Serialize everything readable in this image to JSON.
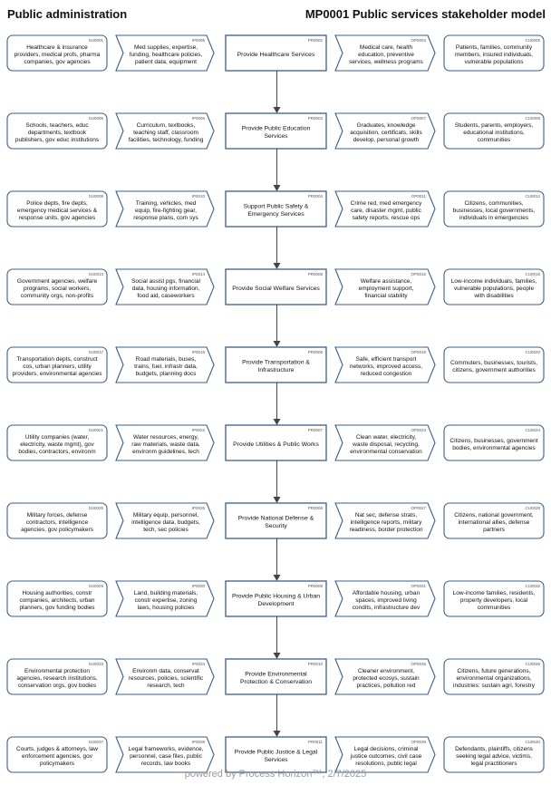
{
  "header": {
    "left_title": "Public administration",
    "right_title": "MP0001 Public services stakeholder model"
  },
  "footer": "powered by Process Horizon™, 2/7/2025",
  "rows": [
    {
      "supplier": {
        "id": "SU0001",
        "text": [
          "Healthcare & insurance",
          "providers, medical profs, pharma",
          "companies, gov agencies"
        ]
      },
      "input": {
        "id": "IP0005",
        "text": [
          "Med supplies, expertise,",
          "funding, healthcare policies,",
          "patient data, equipment"
        ]
      },
      "process": {
        "id": "PR0002",
        "text": [
          "Provide Healthcare Services"
        ]
      },
      "output": {
        "id": "OP0003",
        "text": [
          "Medical care, health",
          "education, preventive",
          "services, wellness programs"
        ]
      },
      "customer": {
        "id": "CU0005",
        "text": [
          "Patients, families, community",
          "members, insured individuals,",
          "vulnerable populations"
        ]
      }
    },
    {
      "supplier": {
        "id": "SU0005",
        "text": [
          "Schools, teachers, educ",
          "departments, textbook",
          "publishers, gov educ institutions"
        ]
      },
      "input": {
        "id": "IP0006",
        "text": [
          "Curriculum, textbooks,",
          "teaching staff, classroom",
          "facilities, technology, funding"
        ]
      },
      "process": {
        "id": "PR0003",
        "text": [
          "Provide Public Education",
          "Services"
        ]
      },
      "output": {
        "id": "OP0007",
        "text": [
          "Graduates, knowledge",
          "acquisition, certificats, skills",
          "develop, personal growth"
        ]
      },
      "customer": {
        "id": "CU0008",
        "text": [
          "Students, parents, employers,",
          "educational institutions,",
          "communities"
        ]
      }
    },
    {
      "supplier": {
        "id": "SU0009",
        "text": [
          "Police depts, fire depts,",
          "emergency medical services &",
          "response units, gov agencies"
        ]
      },
      "input": {
        "id": "IP0010",
        "text": [
          "Training, vehicles, med",
          "equip, fire-fighting gear,",
          "response plans, com sys"
        ]
      },
      "process": {
        "id": "PR0004",
        "text": [
          "Support Public Safety &",
          "Emergency Services"
        ]
      },
      "output": {
        "id": "OP0011",
        "text": [
          "Crime red, med emergency",
          "care, disaster mgmt, public",
          "safety reports, rescue ops"
        ]
      },
      "customer": {
        "id": "CU0012",
        "text": [
          "Citizens, communities,",
          "businesses, local governments,",
          "individuals in emergencies"
        ]
      }
    },
    {
      "supplier": {
        "id": "SU0013",
        "text": [
          "Government agencies, welfare",
          "programs, social workers,",
          "community orgs, non-profits"
        ]
      },
      "input": {
        "id": "IP0014",
        "text": [
          "Social assist pgs, financial",
          "data, housing information,",
          "food aid, caseworkers"
        ]
      },
      "process": {
        "id": "PR0005",
        "text": [
          "Provide Social Welfare Services"
        ]
      },
      "output": {
        "id": "OP0015",
        "text": [
          "Welfare assistance,",
          "employment support,",
          "financial stability"
        ]
      },
      "customer": {
        "id": "CU0016",
        "text": [
          "Low-income individuals, families,",
          "vulnerable populations, people",
          "with disabilities"
        ]
      }
    },
    {
      "supplier": {
        "id": "SU0017",
        "text": [
          "Transportation depts, construct",
          "cos, urban planners, utility",
          "providers, environmental agencies"
        ]
      },
      "input": {
        "id": "IP0018",
        "text": [
          "Road materials, buses,",
          "trains, fuel, infrastr data,",
          "budgets, planning docs"
        ]
      },
      "process": {
        "id": "PR0006",
        "text": [
          "Provide Transportation &",
          "Infrastructure"
        ]
      },
      "output": {
        "id": "OP0019",
        "text": [
          "Safe, efficient transport",
          "networks, improved access,",
          "reduced congestion"
        ]
      },
      "customer": {
        "id": "CU0020",
        "text": [
          "Commuters, businesses, tourists,",
          "citizens, government authorities"
        ]
      }
    },
    {
      "supplier": {
        "id": "SU0021",
        "text": [
          "Utility companies (water,",
          "electricity, waste mgmt), gov",
          "bodies, contractors, environm"
        ]
      },
      "input": {
        "id": "IP0022",
        "text": [
          "Water resources, energy,",
          "raw materials, waste data,",
          "environm guidelines, tech"
        ]
      },
      "process": {
        "id": "PR0007",
        "text": [
          "Provide Utilities & Public Works"
        ]
      },
      "output": {
        "id": "OP0023",
        "text": [
          "Clean water, electricity,",
          "waste disposal, recycling,",
          "environmental conservation"
        ]
      },
      "customer": {
        "id": "CU0024",
        "text": [
          "Citizens, businesses, government",
          "bodies, environmental agencies"
        ]
      }
    },
    {
      "supplier": {
        "id": "SU0025",
        "text": [
          "Military forces, defense",
          "contractors, intelligence",
          "agencies, gov policymakers"
        ]
      },
      "input": {
        "id": "IP0026",
        "text": [
          "Military equip, personnel,",
          "intelligence data, budgets,",
          "tech, sec policies"
        ]
      },
      "process": {
        "id": "PR0008",
        "text": [
          "Provide National Defense &",
          "Security"
        ]
      },
      "output": {
        "id": "OP0027",
        "text": [
          "Nat sec, defense strats,",
          "intelligence reports, military",
          "readiness, border protection"
        ]
      },
      "customer": {
        "id": "CU0028",
        "text": [
          "Citizens, national government,",
          "international allies, defense",
          "partners"
        ]
      }
    },
    {
      "supplier": {
        "id": "SU0029",
        "text": [
          "Housing authorities, constr",
          "companies, architects, urban",
          "planners, gov funding bodies"
        ]
      },
      "input": {
        "id": "IP0030",
        "text": [
          "Land, building materials,",
          "constr expertise, zoning",
          "laws, housing policies"
        ]
      },
      "process": {
        "id": "PR0009",
        "text": [
          "Provide Public Housing & Urban",
          "Development"
        ]
      },
      "output": {
        "id": "OP0031",
        "text": [
          "Affordable housing, urban",
          "spaces, improved living",
          "condits, infrastructure dev"
        ]
      },
      "customer": {
        "id": "CU0032",
        "text": [
          "Low-income families, residents,",
          "property developers, local",
          "communities"
        ]
      }
    },
    {
      "supplier": {
        "id": "SU0033",
        "text": [
          "Environmental protection",
          "agencies, research institutions,",
          "conservation orgs, gov bodies"
        ]
      },
      "input": {
        "id": "IP0034",
        "text": [
          "Environm data, conservat",
          "resources, policies, scientific",
          "research, tech"
        ]
      },
      "process": {
        "id": "PR0010",
        "text": [
          "Provide Environmental",
          "Protection & Conservation"
        ]
      },
      "output": {
        "id": "OP0035",
        "text": [
          "Cleaner environment,",
          "protected ecosys, sustain",
          "practices, pollution red"
        ]
      },
      "customer": {
        "id": "CU0036",
        "text": [
          "Citizens, future generations,",
          "environmental organizations,",
          "industries: sustain agri, forestry"
        ]
      }
    },
    {
      "supplier": {
        "id": "SU0037",
        "text": [
          "Courts, judges & attorneys, law",
          "enforcement agencies, gov",
          "policymakers"
        ]
      },
      "input": {
        "id": "IP0038",
        "text": [
          "Legal frameworks, evidence,",
          "personnel, case files, public",
          "records, law books"
        ]
      },
      "process": {
        "id": "PR0011",
        "text": [
          "Provide Public Justice & Legal",
          "Services"
        ]
      },
      "output": {
        "id": "OP0039",
        "text": [
          "Legal decisions, criminal",
          "justice outcomes, civil case",
          "resolutions, public legal"
        ]
      },
      "customer": {
        "id": "CU0040",
        "text": [
          "Defendants, plaintiffs, citizens",
          "seeking legal advice, victims,",
          "legal practitioners"
        ]
      }
    }
  ],
  "colors": {
    "stroke": "#3a5f8f",
    "arrow": "#444444",
    "text": "#111111",
    "id_text": "#555555"
  }
}
